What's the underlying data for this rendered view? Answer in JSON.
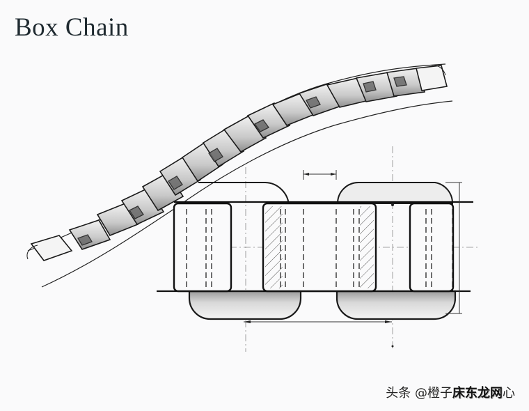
{
  "title": "Box Chain",
  "watermark": {
    "platform": "头条",
    "at": "@",
    "handle_prefix": "橙子",
    "handle_main": "床东龙网",
    "handle_suffix": "心"
  },
  "diagram": {
    "subject": "box chain",
    "views": [
      "perspective-chain-sketch",
      "cross-section-technical-drawing"
    ],
    "colors": {
      "background": "#fafafb",
      "ink": "#1a1a1a",
      "hatch": "#555555",
      "shade": "#cfcfcf",
      "construction-line": "#888888"
    }
  }
}
